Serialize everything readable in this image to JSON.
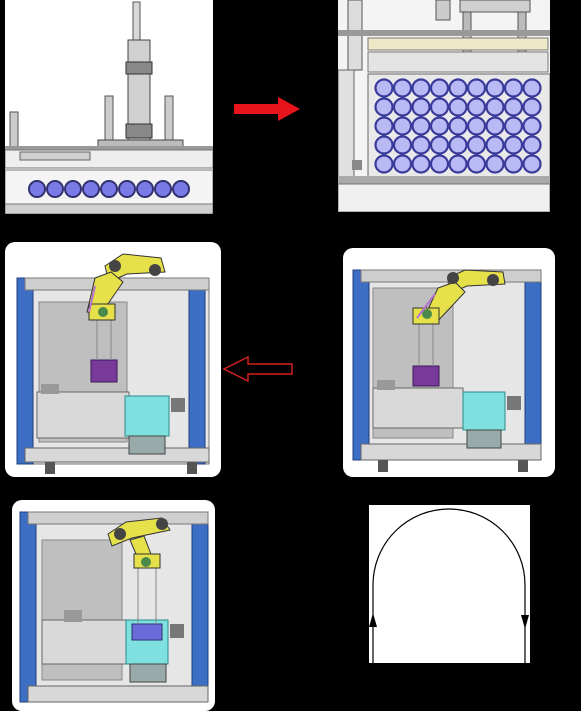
{
  "diagram": {
    "steps": [
      {
        "name": "press-plunger-step",
        "caption": ""
      },
      {
        "name": "vial-tray-topview",
        "caption": ""
      },
      {
        "name": "robot-above-tray",
        "caption": ""
      },
      {
        "name": "robot-lift-vials",
        "caption": ""
      },
      {
        "name": "robot-place-in-bath",
        "caption": ""
      },
      {
        "name": "flow-loop",
        "caption": ""
      }
    ],
    "colors": {
      "background": "#000000",
      "panel": "#ffffff",
      "arrow_red": "#e8141c",
      "arrow_outline": "#d42020",
      "frame_blue": "#3c6fc4",
      "robot_yellow": "#e6e04a",
      "vial_blue": "#6a6ad8",
      "bath_cyan": "#7fe0e0",
      "machine_grey": "#c8c8c8"
    },
    "icons": [
      "right-arrow-icon",
      "left-arrow-icon",
      "loop-arrow-icon"
    ]
  }
}
